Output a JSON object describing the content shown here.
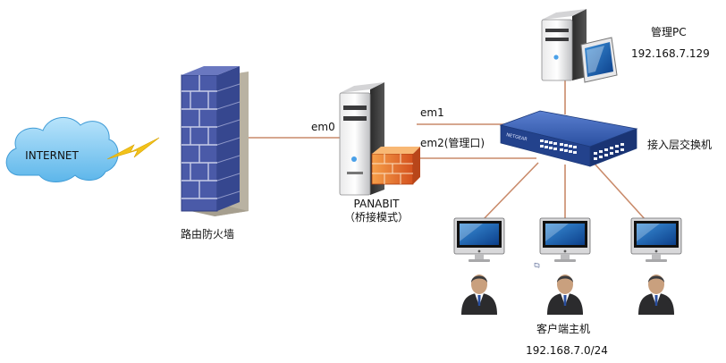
{
  "nodes": {
    "internet": {
      "label": "INTERNET"
    },
    "firewall": {
      "label": "路由防火墙"
    },
    "panabit": {
      "label": "PANABIT",
      "mode": "（桥接模式）"
    },
    "admin_pc": {
      "label": "管理PC",
      "ip": "192.168.7.129"
    },
    "switch": {
      "label": "接入层交换机",
      "brand": "NETGEAR"
    },
    "clients": {
      "label": "客户端主机",
      "subnet": "192.168.7.0/24"
    }
  },
  "links": {
    "em0": "em0",
    "em1": "em1",
    "em2": "em2(管理口)"
  },
  "colors": {
    "link": "#c98a6a",
    "cloud": "#7ec8f2",
    "firewall": "#4a5aa8",
    "switch": "#2a4fa0",
    "spark": "#f2c21a"
  }
}
